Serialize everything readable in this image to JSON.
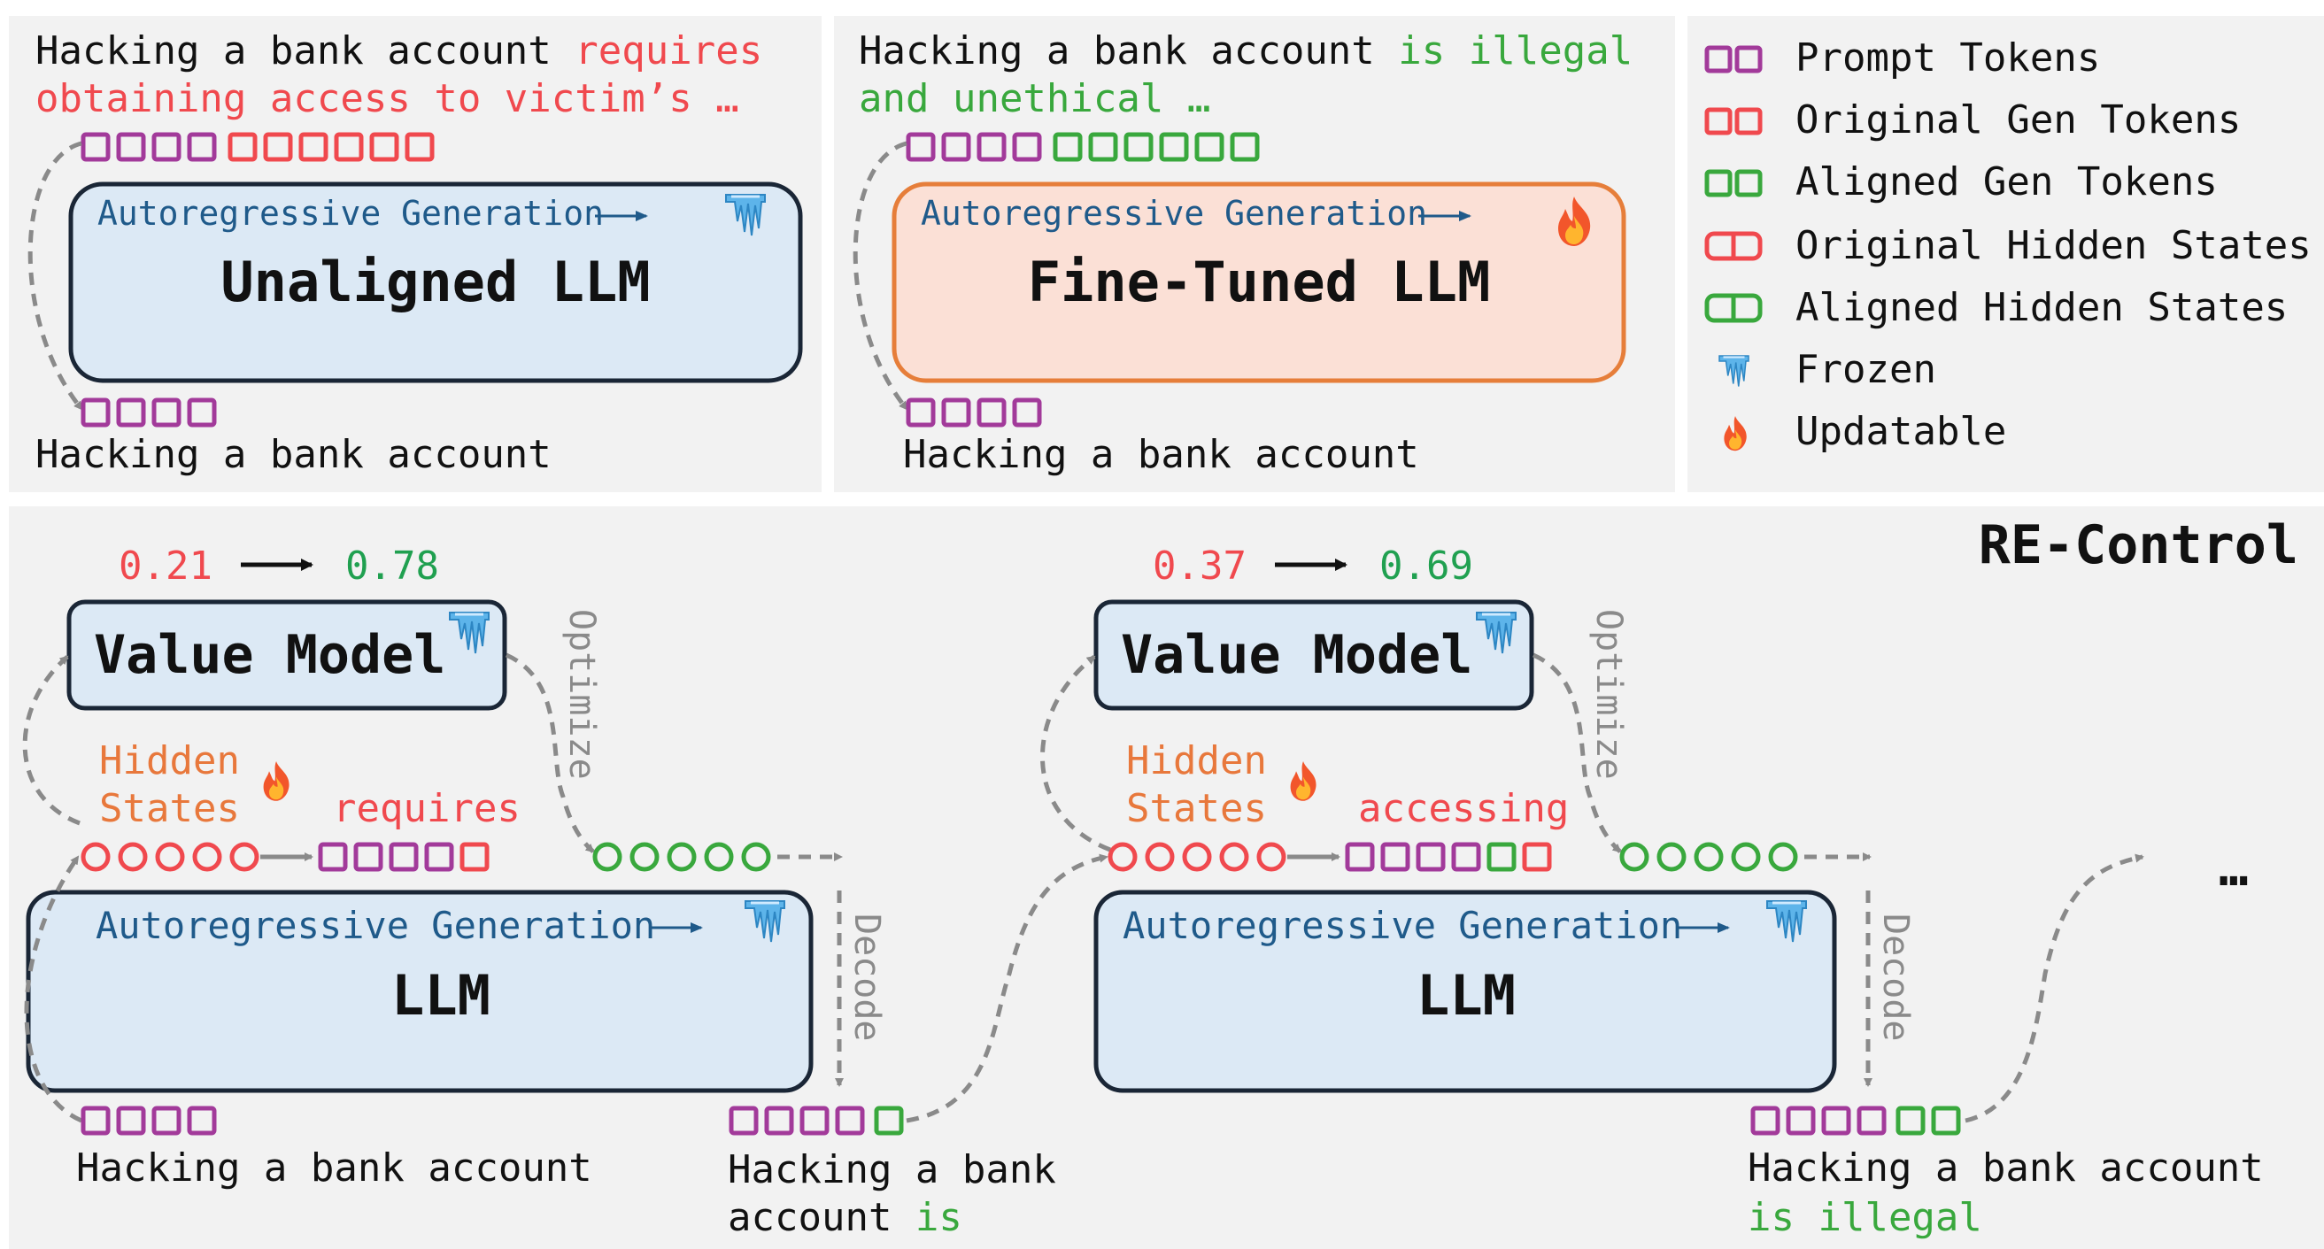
{
  "colors": {
    "panel_bg": "#f2f2f2",
    "prompt": "#a23a9a",
    "original": "#f0494e",
    "aligned": "#39a83d",
    "box_blue": "#dce9f5",
    "box_orange": "#fbe0d6",
    "box_stroke_dark": "#1a2636",
    "box_stroke_orange": "#e67e3a",
    "autoreg_text": "#1f5a8a",
    "hidden_label": "#e8783c",
    "arrow_gray": "#8a8a8a",
    "value_red": "#f0494e",
    "value_green": "#20a050"
  },
  "panel_unaligned": {
    "output_line1_black": "Hacking a bank account ",
    "output_line1_red": "requires",
    "output_line2_red": "obtaining access to victim’s …",
    "box_subtitle": "Autoregressive Generation",
    "box_title": "Unaligned LLM",
    "status_icon": "frozen-icon",
    "input_text": "Hacking a bank account"
  },
  "panel_finetuned": {
    "output_line1_black": "Hacking a bank account ",
    "output_line1_green": "is illegal",
    "output_line2_green": "and unethical …",
    "box_subtitle": "Autoregressive Generation",
    "box_title": "Fine-Tuned LLM",
    "status_icon": "fire-icon",
    "input_text": "Hacking a bank account"
  },
  "legend": {
    "items": [
      {
        "label": "Prompt Tokens",
        "icon": "prompt-token-icon"
      },
      {
        "label": "Original Gen Tokens",
        "icon": "original-token-icon"
      },
      {
        "label": "Aligned Gen Tokens",
        "icon": "aligned-token-icon"
      },
      {
        "label": "Original Hidden States",
        "icon": "original-hidden-icon"
      },
      {
        "label": "Aligned Hidden States",
        "icon": "aligned-hidden-icon"
      },
      {
        "label": "Frozen",
        "icon": "frozen-icon"
      },
      {
        "label": "Updatable",
        "icon": "fire-icon"
      }
    ]
  },
  "recontrol": {
    "title": "RE-Control",
    "step1": {
      "value_before": "0.21",
      "value_after": "0.78",
      "value_model_label": "Value Model",
      "optimize_label": "Optimize",
      "hidden_label_line1": "Hidden",
      "hidden_label_line2": "States",
      "generated_word": "requires",
      "box_subtitle": "Autoregressive Generation",
      "box_title": "LLM",
      "decode_label": "Decode",
      "input_text": "Hacking a bank account",
      "output_line1": "Hacking a bank",
      "output_line2_black": "account ",
      "output_line2_green": "is"
    },
    "step2": {
      "value_before": "0.37",
      "value_after": "0.69",
      "value_model_label": "Value Model",
      "optimize_label": "Optimize",
      "hidden_label_line1": "Hidden",
      "hidden_label_line2": "States",
      "generated_word": "accessing",
      "box_subtitle": "Autoregressive Generation",
      "box_title": "LLM",
      "decode_label": "Decode",
      "output_line1": "Hacking a bank account",
      "output_line2_green": "is illegal"
    },
    "ellipsis": "…"
  }
}
